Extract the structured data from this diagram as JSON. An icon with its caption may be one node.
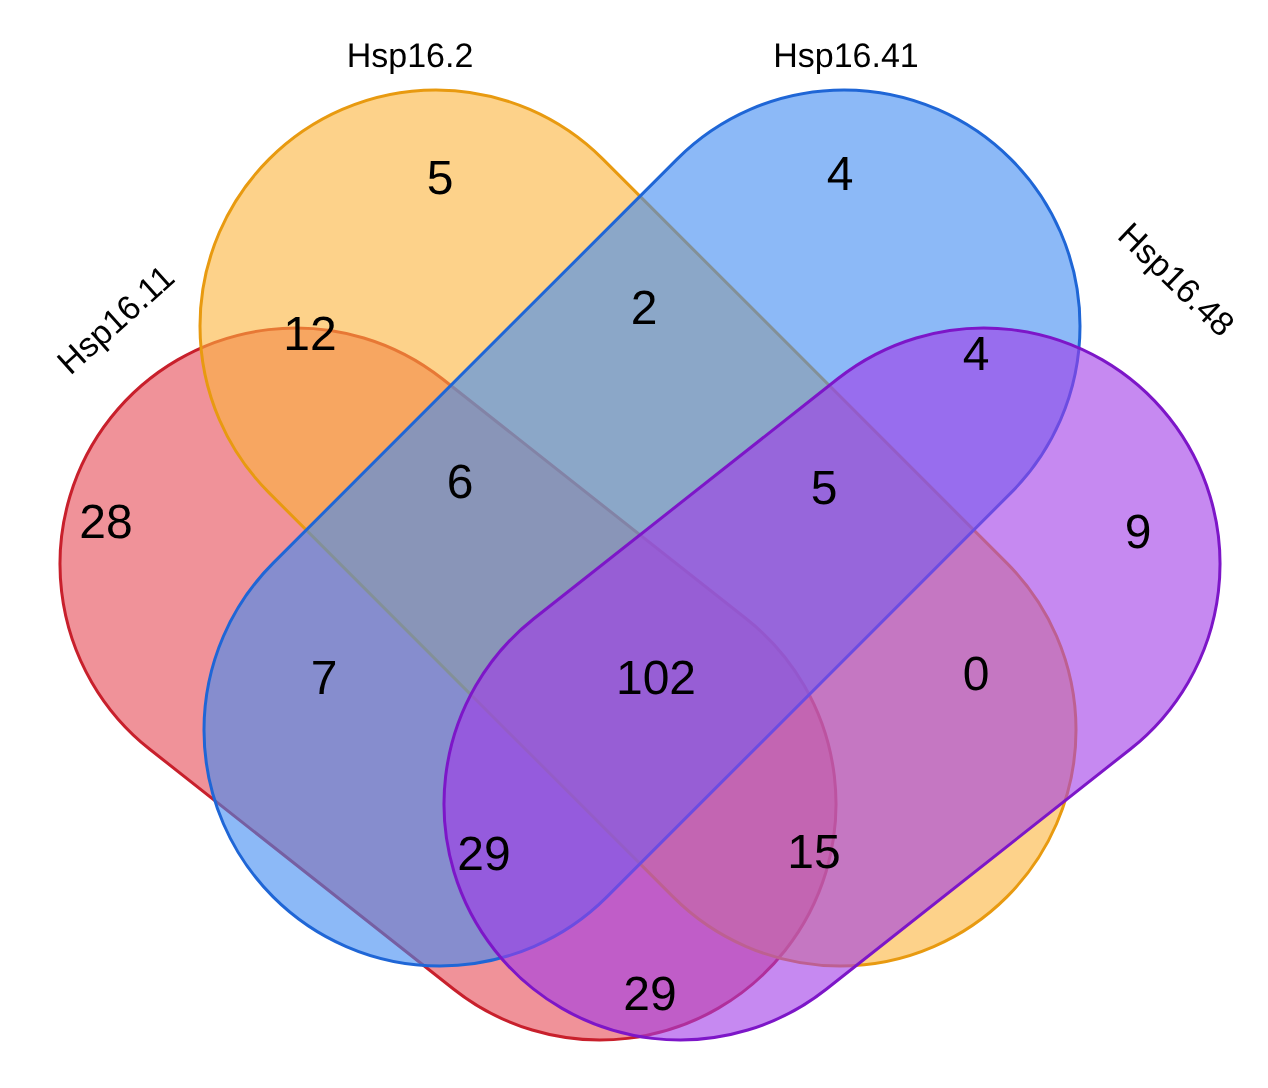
{
  "diagram": {
    "nodes": [
      {
        "text": [
          "Hsp16.11"
        ]
      },
      {
        "text": [
          "Hsp16.2"
        ]
      },
      {
        "text": [
          "Hsp16.41"
        ]
      },
      {
        "text": [
          "Hsp16.48"
        ]
      }
    ],
    "labels": [
      "5",
      "4",
      "12",
      "2",
      "4",
      "28",
      "6",
      "5",
      "9",
      "7",
      "102",
      "0",
      "29",
      "15",
      "29"
    ]
  }
}
